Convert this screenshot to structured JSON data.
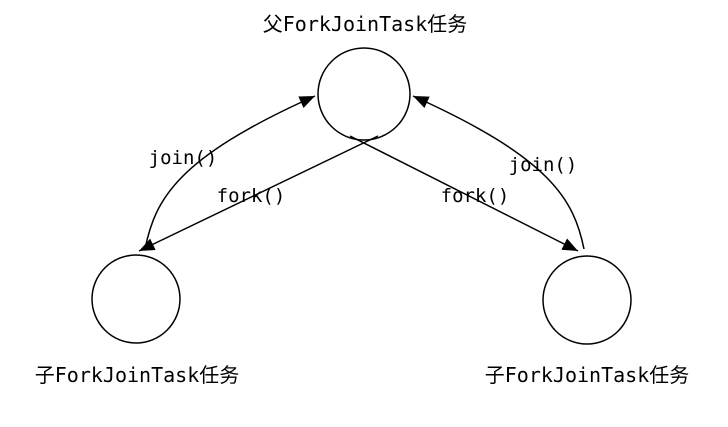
{
  "diagram": {
    "title": "ForkJoinTask fork/join relationship diagram",
    "type": "node-edge-graph",
    "colors": {
      "stroke": "#000000",
      "text": "#000000",
      "background": "#ffffff"
    },
    "nodes": {
      "parent": {
        "label": "父ForkJoinTask任务",
        "shape": "circle"
      },
      "child_left": {
        "label": "子ForkJoinTask任务",
        "shape": "circle"
      },
      "child_right": {
        "label": "子ForkJoinTask任务",
        "shape": "circle"
      }
    },
    "edges": {
      "fork_left": {
        "label": "fork()",
        "from": "parent",
        "to": "child_left",
        "style": "straight-arrow"
      },
      "fork_right": {
        "label": "fork()",
        "from": "parent",
        "to": "child_right",
        "style": "straight-arrow"
      },
      "join_left": {
        "label": "join()",
        "from": "child_left",
        "to": "parent",
        "style": "curved-arrow"
      },
      "join_right": {
        "label": "join()",
        "from": "child_right",
        "to": "parent",
        "style": "curved-arrow"
      }
    }
  }
}
